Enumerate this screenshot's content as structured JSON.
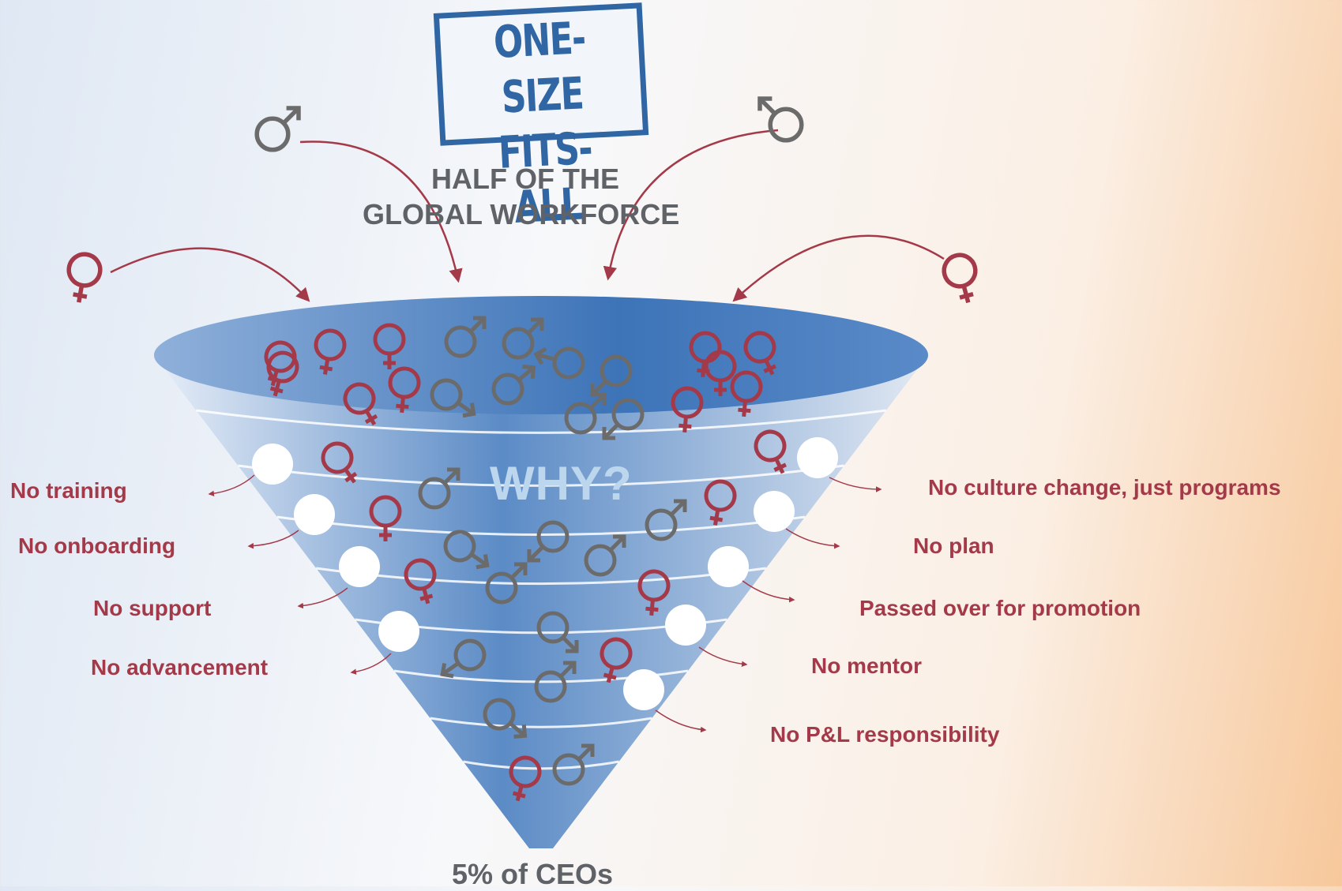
{
  "stamp": {
    "line1": "ONE-SIZE",
    "line2": "FITS-ALL"
  },
  "top_label": {
    "line1": "HALF OF THE",
    "line2": "GLOBAL WORKFORCE"
  },
  "center_label": "WHY?",
  "bottom_label": "5% of CEOs",
  "left_reasons": [
    "No training",
    "No onboarding",
    "No support",
    "No advancement"
  ],
  "right_reasons": [
    "No culture change, just programs",
    "No plan",
    "Passed over for promotion",
    "No mentor",
    "No P&L responsibility"
  ],
  "colors": {
    "female": "#a43a49",
    "male": "#6b6b6b",
    "stamp": "#2f66a3",
    "funnel": "#4a7fc0"
  },
  "icons": {
    "female": "female-symbol-icon",
    "male": "male-symbol-icon"
  }
}
